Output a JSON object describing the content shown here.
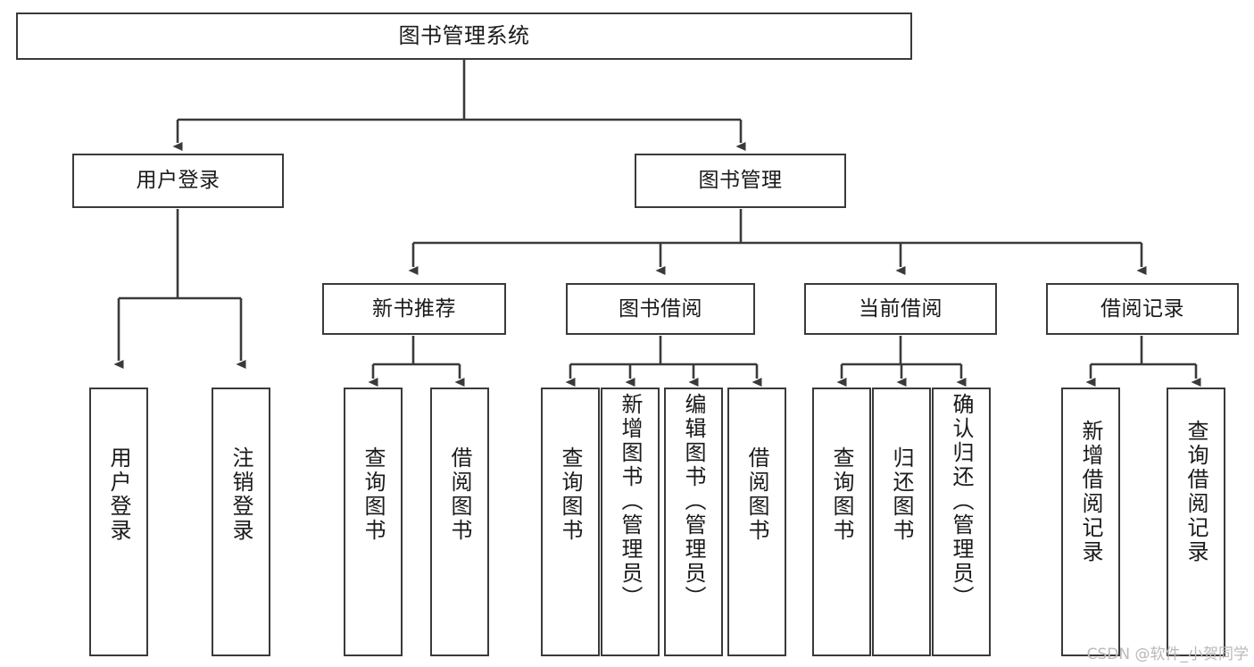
{
  "diagram": {
    "title": "图书管理系统",
    "watermark": "CSDN @软件_小贺同学",
    "line_color": "#3a3a3a",
    "text_color": "#1a1a1a",
    "background": "#ffffff",
    "root": {
      "label": "图书管理系统"
    },
    "level2": [
      {
        "label": "用户登录"
      },
      {
        "label": "图书管理"
      }
    ],
    "level3": [
      {
        "label": "新书推荐"
      },
      {
        "label": "图书借阅"
      },
      {
        "label": "当前借阅"
      },
      {
        "label": "借阅记录"
      }
    ],
    "leaves": {
      "user_login": [
        {
          "label": "用户登录"
        },
        {
          "label": "注销登录"
        }
      ],
      "new_book": [
        {
          "label": "查询图书"
        },
        {
          "label": "借阅图书"
        }
      ],
      "borrow_book": [
        {
          "label": "查询图书"
        },
        {
          "label": "新增图书（管理员）"
        },
        {
          "label": "编辑图书（管理员）"
        },
        {
          "label": "借阅图书"
        }
      ],
      "current_borrow": [
        {
          "label": "查询图书"
        },
        {
          "label": "归还图书"
        },
        {
          "label": "确认归还（管理员）"
        }
      ],
      "borrow_record": [
        {
          "label": "新增借阅记录"
        },
        {
          "label": "查询借阅记录"
        }
      ]
    }
  }
}
